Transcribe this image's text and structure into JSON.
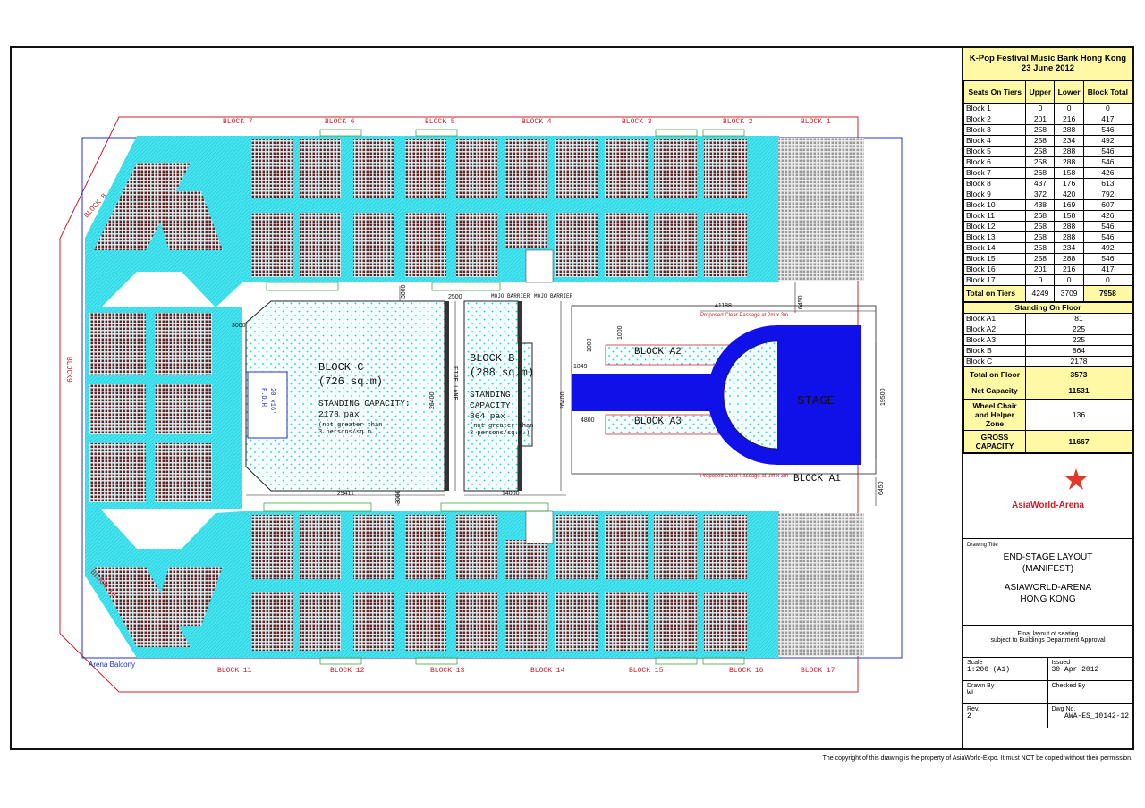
{
  "copyright": "The copyright of this drawing is the property of AsiaWorld-Expo. It must NOT be copied without their permission.",
  "plan": {
    "blocks_top": [
      "BLOCK 7",
      "BLOCK 6",
      "BLOCK 5",
      "BLOCK 4",
      "BLOCK 3",
      "BLOCK 2",
      "BLOCK 1"
    ],
    "blocks_bottom": [
      "BLOCK 11",
      "BLOCK 12",
      "BLOCK 13",
      "BLOCK 14",
      "BLOCK 15",
      "BLOCK 16",
      "BLOCK 17"
    ],
    "block8": "BLOCK 8",
    "block9": "BLOCK9",
    "block10": "BLOCK 10",
    "arena_balcony": "Arena Balcony",
    "block_c": {
      "name": "BLOCK C",
      "area": "(726 sq.m)",
      "cap_label": "STANDING CAPACITY:",
      "cap": "2178 pax",
      "note1": "(not greater than",
      "note2": "3 persons/sq.m.)"
    },
    "block_b": {
      "name": "BLOCK B",
      "area": "(288 sq.m)",
      "cap_label1": "STANDING",
      "cap_label2": "CAPACITY:",
      "cap": "864 pax",
      "note1": "(not greater than",
      "note2": "3 persons/sq.m.)"
    },
    "block_a2": "BLOCK A2",
    "block_a3": "BLOCK A3",
    "block_a1": "BLOCK A1",
    "stage": "STAGE",
    "foh": "F.O.H",
    "foh_size": "20 x16'",
    "fire_lane": "FIRE LANE",
    "mojo1": "MOJO BARRIER",
    "mojo2": "MOJO BARRIER",
    "passage_top": "Proposed Clear Passage at 2m x 3m",
    "passage_bottom": "Proposed Clear Passage at 2m x 3m",
    "dims": {
      "d3000a": "3000",
      "d2500": "2500",
      "d41188": "41188",
      "d6450a": "6450",
      "d6450b": "6450",
      "d3000b": "3000",
      "d29411": "29411",
      "d3000c": "3000",
      "d14000": "14000",
      "d26400a": "26400",
      "d26400b": "26400",
      "d1849": "1849",
      "d4800": "4800",
      "d1000a": "1000",
      "d1000b": "1000",
      "d19500": "19500"
    }
  },
  "panel": {
    "title1": "K-Pop Festival Music Bank Hong Kong",
    "title2": "23 June 2012",
    "headers": [
      "Seats On Tiers",
      "Upper",
      "Lower",
      "Block Total"
    ],
    "rows": [
      [
        "Block 1",
        "0",
        "0",
        "0"
      ],
      [
        "Block 2",
        "201",
        "216",
        "417"
      ],
      [
        "Block 3",
        "258",
        "288",
        "546"
      ],
      [
        "Block 4",
        "258",
        "234",
        "492"
      ],
      [
        "Block 5",
        "258",
        "288",
        "546"
      ],
      [
        "Block 6",
        "258",
        "288",
        "546"
      ],
      [
        "Block 7",
        "268",
        "158",
        "426"
      ],
      [
        "Block 8",
        "437",
        "176",
        "613"
      ],
      [
        "Block 9",
        "372",
        "420",
        "792"
      ],
      [
        "Block 10",
        "438",
        "169",
        "607"
      ],
      [
        "Block 11",
        "268",
        "158",
        "426"
      ],
      [
        "Block 12",
        "258",
        "288",
        "546"
      ],
      [
        "Block 13",
        "258",
        "288",
        "546"
      ],
      [
        "Block 14",
        "258",
        "234",
        "492"
      ],
      [
        "Block 15",
        "258",
        "288",
        "546"
      ],
      [
        "Block 16",
        "201",
        "216",
        "417"
      ],
      [
        "Block 17",
        "0",
        "0",
        "0"
      ]
    ],
    "tiers_total": [
      "Total on Tiers",
      "4249",
      "3709",
      "7958"
    ],
    "standing_head": "Standing On Floor",
    "standing": [
      [
        "Block A1",
        "81"
      ],
      [
        "Block A2",
        "225"
      ],
      [
        "Block A3",
        "225"
      ],
      [
        "Block B",
        "864"
      ],
      [
        "Block C",
        "2178"
      ]
    ],
    "floor_total": [
      "Total on Floor",
      "3573"
    ],
    "net": [
      "Net Capacity",
      "11531"
    ],
    "wheel": [
      "Wheel Chair and Helper Zone",
      "136"
    ],
    "gross": [
      "GROSS CAPACITY",
      "11667"
    ],
    "logo": "AsiaWorld-Arena",
    "drawing_title_label": "Drawing Title",
    "dt1": "END-STAGE LAYOUT",
    "dt2": "(MANIFEST)",
    "dt3": "ASIAWORLD-ARENA",
    "dt4": "HONG KONG",
    "note1": "Final layout of seating",
    "note2": "subject to Buildings Department Approval",
    "scale_label": "Scale",
    "scale": "1:200 (A1)",
    "issued_label": "Issued",
    "issued": "30 Apr 2012",
    "drawn_label": "Drawn By",
    "drawn": "WL",
    "checked_label": "Checked By",
    "rev_label": "Rev.",
    "rev": "2",
    "dwg_label": "Dwg No.",
    "dwg": "AWA-ES_10142-12",
    "colors": {
      "yellow": "#fff9a6",
      "cyan": "#44e4f0",
      "stage": "#1010e8",
      "seat": "#6b2020"
    }
  }
}
